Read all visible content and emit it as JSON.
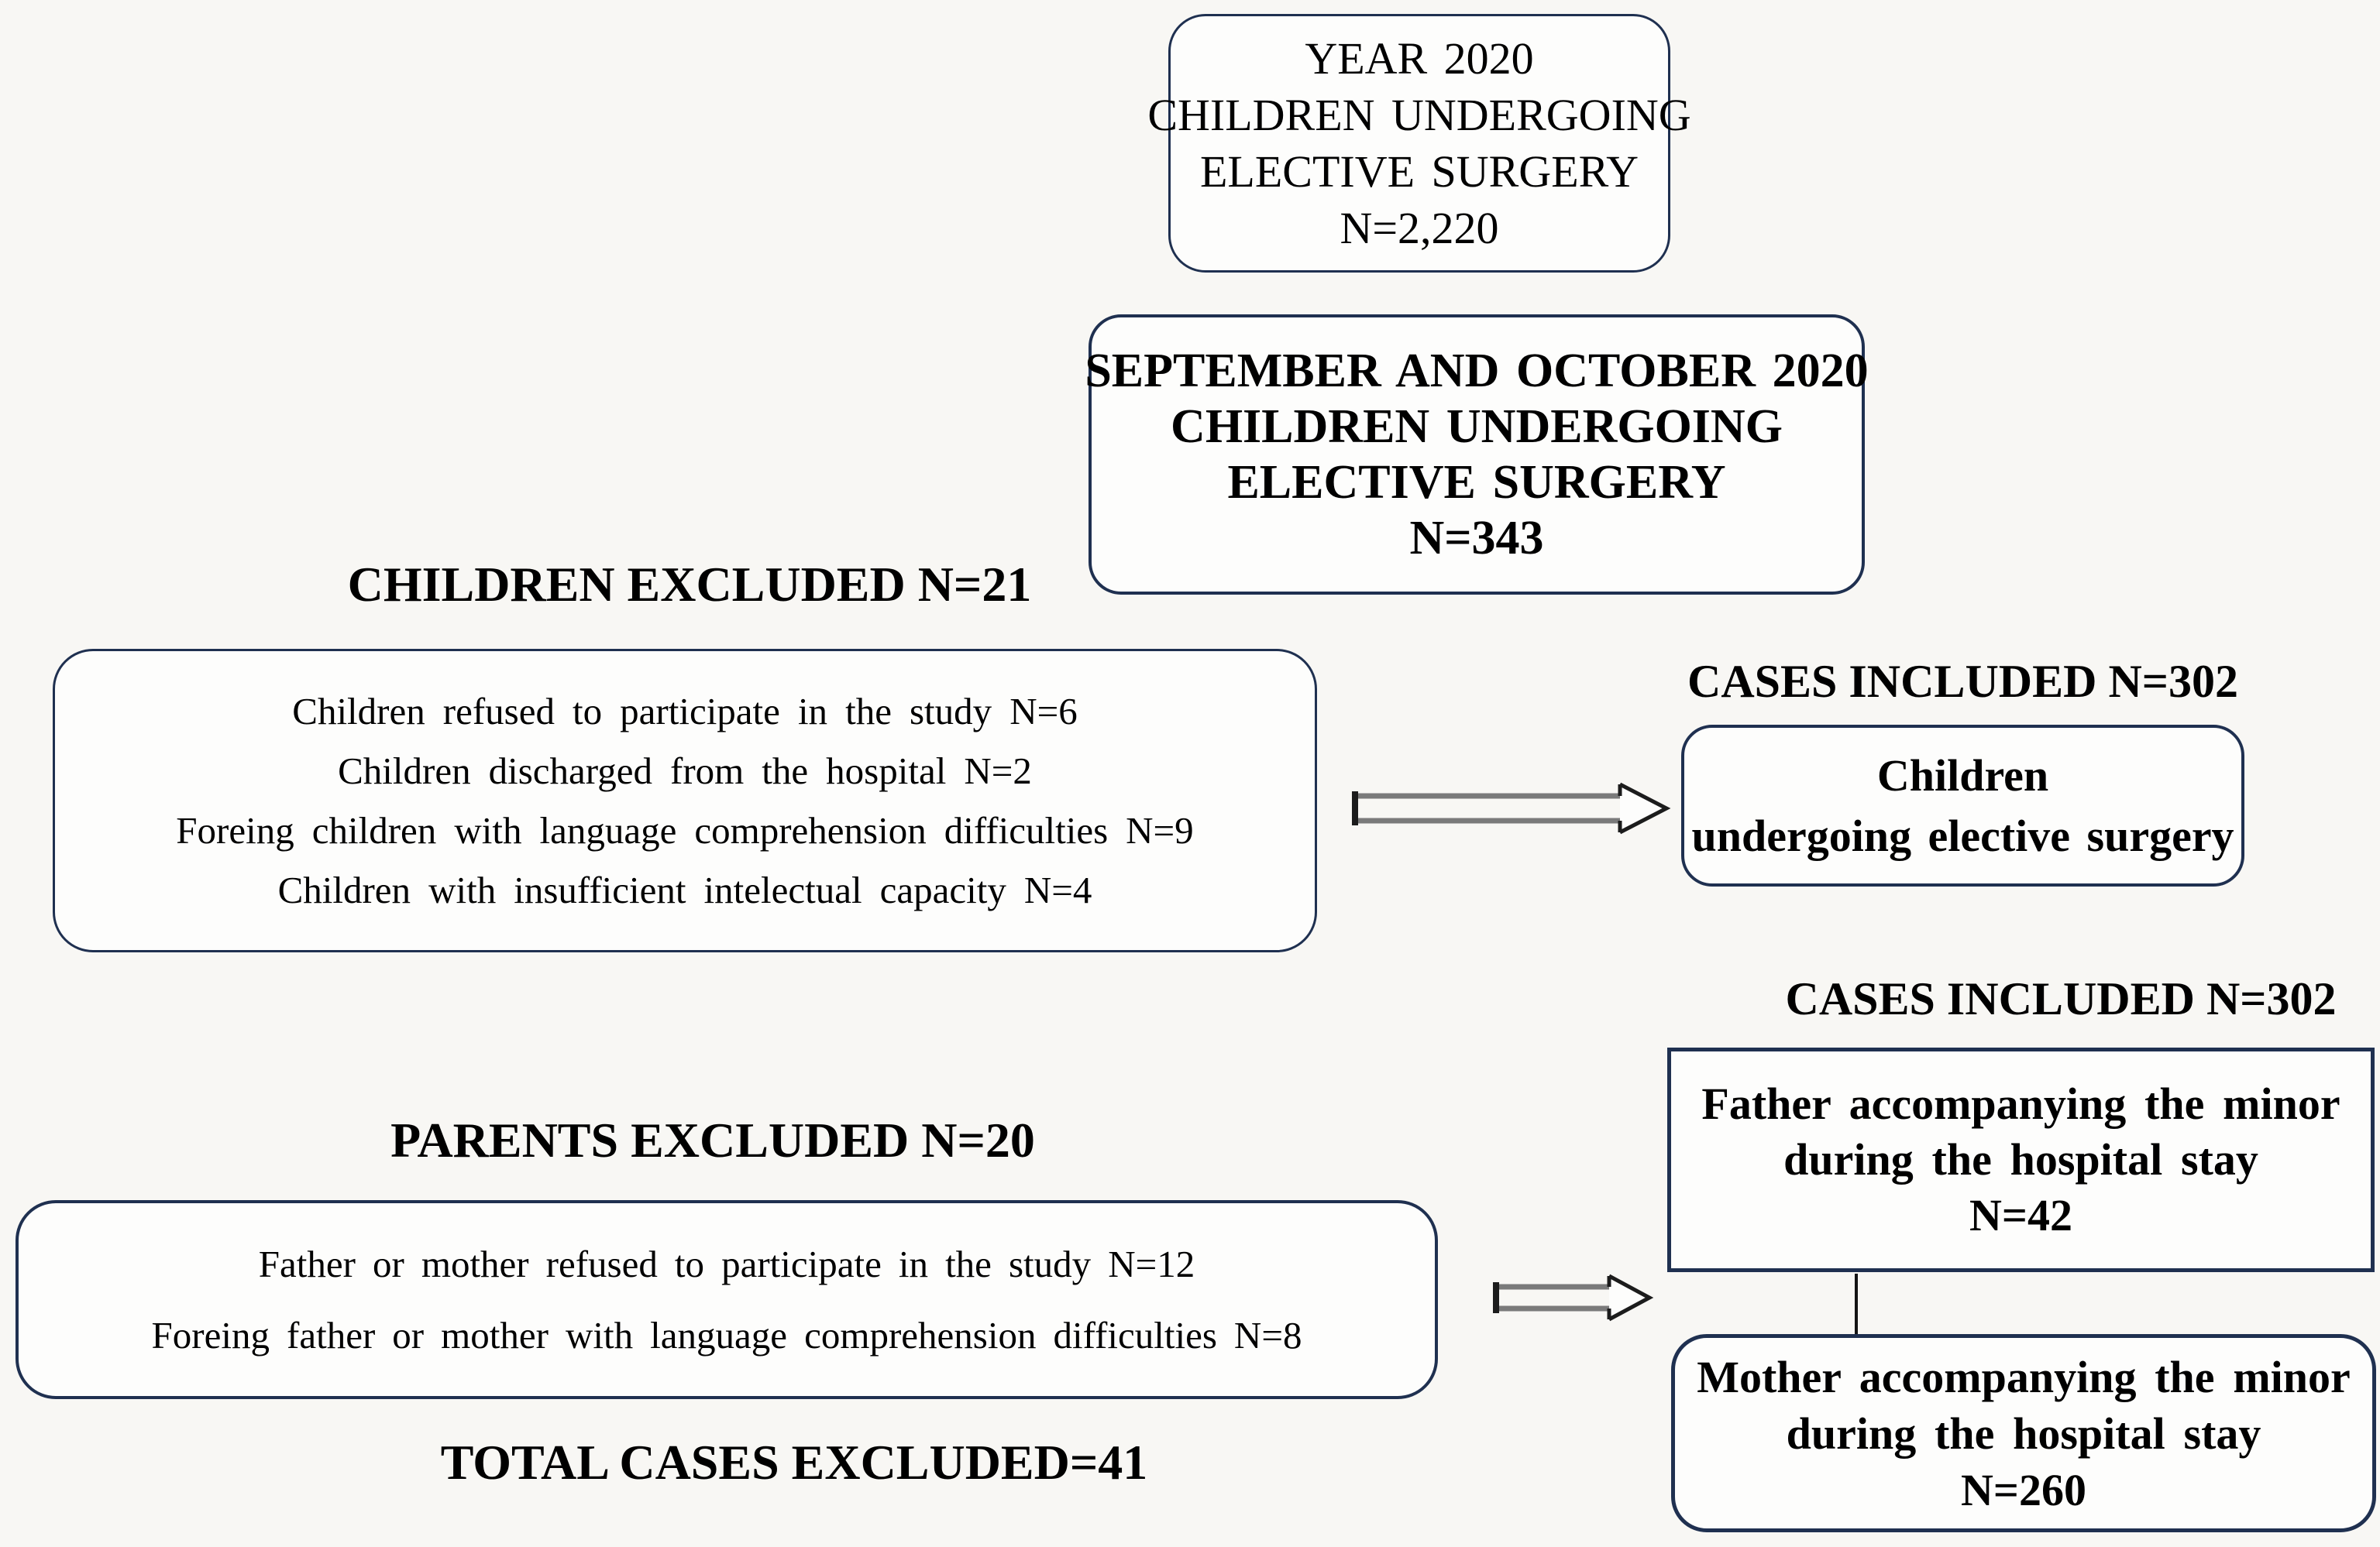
{
  "diagram": {
    "top_box": {
      "lines": [
        "YEAR 2020",
        "CHILDREN UNDERGOING",
        "ELECTIVE SURGERY",
        "N=2,220"
      ]
    },
    "period_box": {
      "lines": [
        "SEPTEMBER AND OCTOBER 2020",
        "CHILDREN UNDERGOING",
        "ELECTIVE SURGERY",
        "N=343"
      ]
    },
    "children_excluded_label": "CHILDREN EXCLUDED N=21",
    "children_excluded_box": {
      "lines": [
        "Children refused to participate in the study N=6",
        "Children discharged from the hospital N=2",
        "Foreing children with language comprehension difficulties N=9",
        "Children with insufficient intelectual capacity N=4"
      ]
    },
    "cases_included_label_1": "CASES INCLUDED N=302",
    "children_included_box": {
      "lines": [
        "Children",
        "undergoing elective surgery"
      ]
    },
    "cases_included_label_2": "CASES INCLUDED N=302",
    "father_box": {
      "lines": [
        "Father accompanying the minor",
        "during the hospital stay",
        "N=42"
      ]
    },
    "parents_excluded_label": "PARENTS EXCLUDED N=20",
    "parents_excluded_box": {
      "lines": [
        "Father or mother refused to participate in the study N=12",
        "Foreing father or mother with language comprehension difficulties N=8"
      ]
    },
    "mother_box": {
      "lines": [
        "Mother accompanying the minor",
        "during the hospital stay",
        "N=260"
      ]
    },
    "total_excluded_label": "TOTAL CASES EXCLUDED=41"
  },
  "colors": {
    "border": "#1f3050",
    "text": "#000000",
    "arrow_body": "#7a7a7a",
    "arrow_head": "#1c1c1c",
    "background": "#f8f7f4",
    "box_fill": "#fdfdfc"
  }
}
